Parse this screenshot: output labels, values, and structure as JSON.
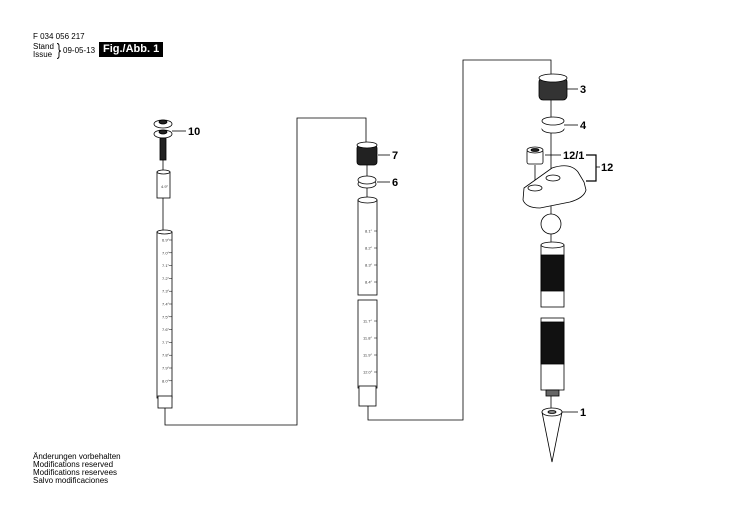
{
  "header": {
    "part_number": "F 034 056 217",
    "stand_label": "Stand",
    "issue_label": "Issue",
    "date": "09-05-13",
    "figure_label": "Fig./Abb. 1"
  },
  "footer": {
    "notes": [
      "Änderungen vorbehalten",
      "Modifications reserved",
      "Modifications reservees",
      "Salvo modificaciones"
    ]
  },
  "diagram": {
    "callouts": {
      "p1": "1",
      "p3": "3",
      "p4": "4",
      "p6": "6",
      "p7": "7",
      "p10": "10",
      "p12": "12",
      "p12_1": "12/1"
    },
    "sleeve_mark": "4.9°",
    "left_tube_marks": [
      "6.9°",
      "7.0°",
      "7.1°",
      "7.2°",
      "7.3°",
      "7.4°",
      "7.5°",
      "7.6°",
      "7.7°",
      "7.8°",
      "7.9°",
      "8.0°"
    ],
    "middle_tube_upper_marks": [
      "8.1°",
      "8.2°",
      "8.3°",
      "8.4°"
    ],
    "middle_tube_lower_marks": [
      "11.7°",
      "11.8°",
      "11.9°",
      "12.0°"
    ]
  }
}
